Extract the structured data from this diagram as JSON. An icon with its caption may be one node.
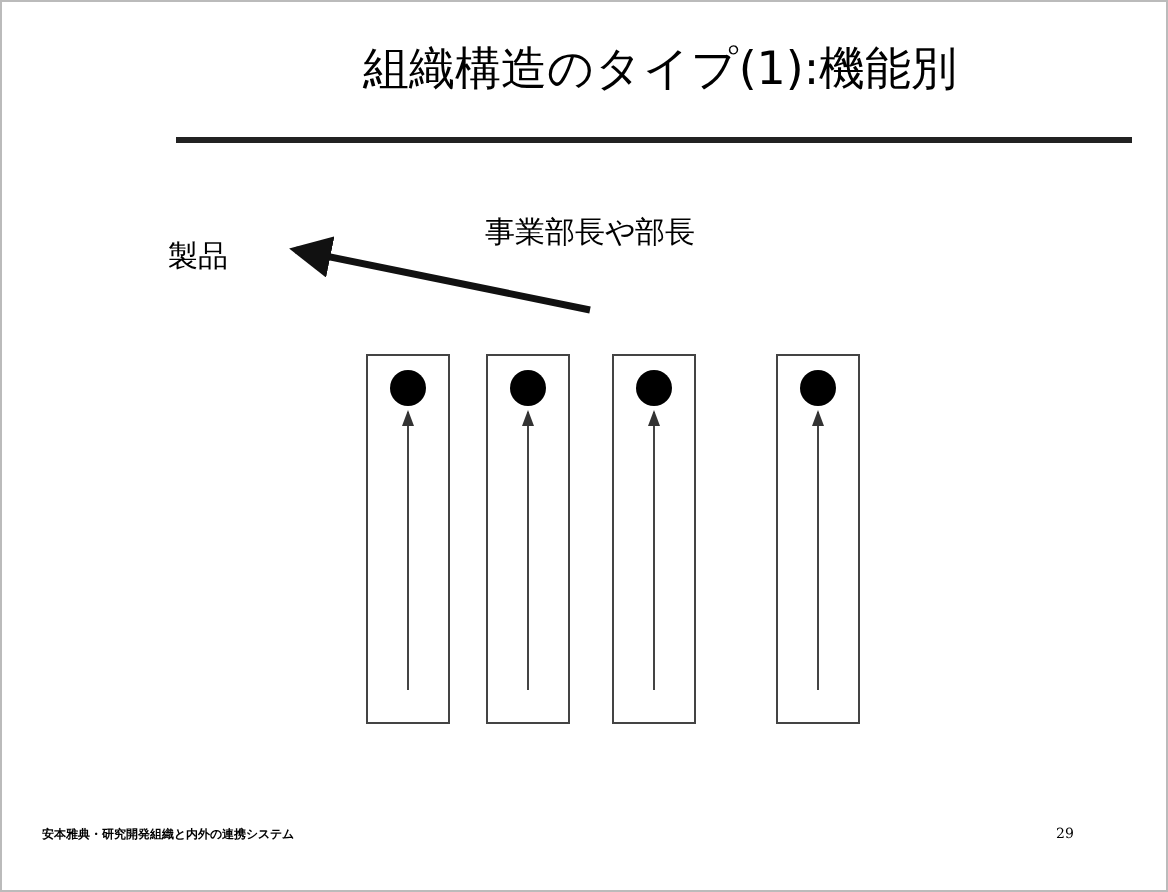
{
  "diagram": {
    "title": "組織構造のタイプ(1):機能別",
    "nodes": [
      {
        "text": [
          "製品"
        ]
      },
      {
        "text": [],
        "shape": "box"
      },
      {
        "text": [],
        "shape": "circle",
        "in": 1
      },
      {
        "text": [],
        "shape": "box"
      },
      {
        "text": [],
        "shape": "circle",
        "in": 3
      },
      {
        "text": [],
        "shape": "box"
      },
      {
        "text": [],
        "shape": "circle",
        "in": 5
      },
      {
        "text": [],
        "shape": "box"
      },
      {
        "text": [],
        "shape": "circle",
        "in": 7
      }
    ],
    "edges": [
      {
        "from": null,
        "to": 0,
        "arrow": "to",
        "style": "thick"
      },
      {
        "from": null,
        "to": 2,
        "arrow": "to"
      },
      {
        "from": null,
        "to": 4,
        "arrow": "to"
      },
      {
        "from": null,
        "to": 6,
        "arrow": "to"
      },
      {
        "from": null,
        "to": 8,
        "arrow": "to"
      }
    ],
    "labels": [
      "事業部長や部長",
      "安本雅典・研究開発組織と内外の連携システム",
      "29"
    ]
  }
}
